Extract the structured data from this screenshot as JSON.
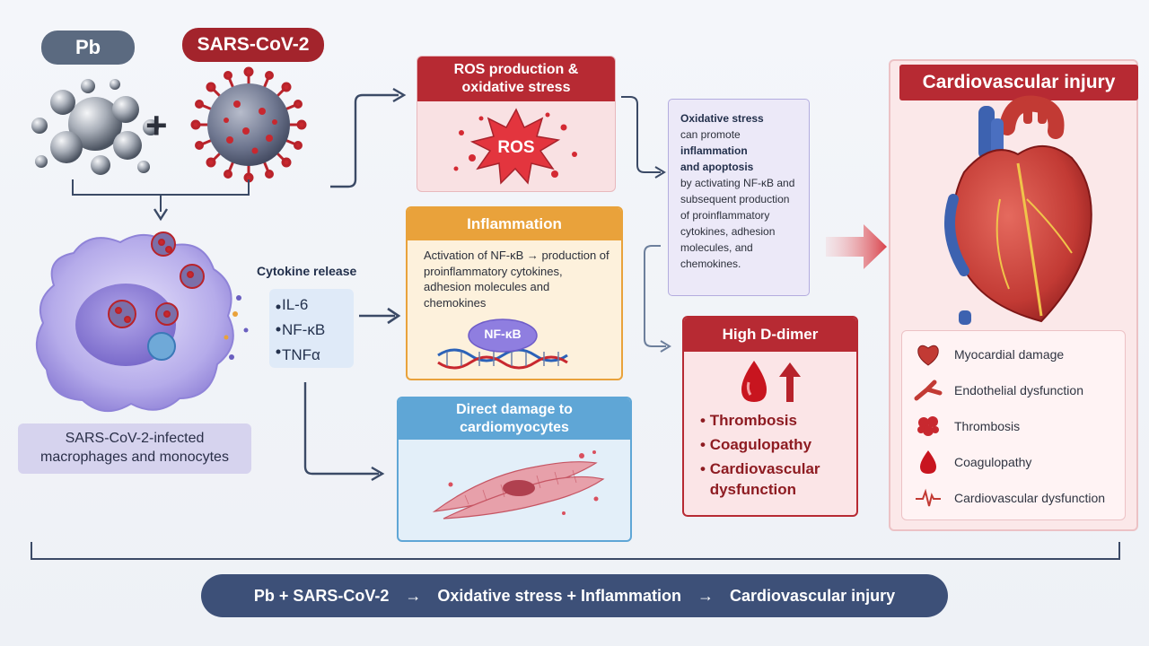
{
  "agents": {
    "pb_label": "Pb",
    "plus": "+",
    "sars_label": "SARS-CoV-2"
  },
  "macrophage": {
    "caption": "SARS-CoV-2-infected macrophages and monocytes"
  },
  "cytokine": {
    "title": "Cytokine release",
    "items": [
      "IL-6",
      "NF-κB",
      "TNFα"
    ]
  },
  "ros": {
    "title": "ROS production & oxidative stress",
    "badge": "ROS"
  },
  "inflammation": {
    "title": "Inflammation",
    "body": "Activation of NF-κB → production of proinflammatory cytokines, adhesion molecules and chemokines",
    "badge": "NF-κB"
  },
  "damage": {
    "title": "Direct damage to cardiomyocytes"
  },
  "oxidative_note": {
    "line1": "Oxidative stress",
    "line2": "can promote",
    "line3": "inflammation",
    "line4": "and apoptosis",
    "line5": "by activating NF-κB and subsequent production of proinflammatory cytokines, adhesion molecules, and chemokines."
  },
  "ddimer": {
    "title": "High D-dimer",
    "items": [
      "Thrombosis",
      "Coagulopathy",
      "Cardiovascular dysfunction"
    ]
  },
  "cardio": {
    "title": "Cardiovascular injury",
    "legend": [
      "Myocardial damage",
      "Endothelial dysfunction",
      "Thrombosis",
      "Coagulopathy",
      "Cardiovascular dysfunction"
    ]
  },
  "summary": {
    "part1": "Pb + SARS-CoV-2",
    "arrow1": "→",
    "part2": "Oxidative stress + Inflammation",
    "arrow2": "→",
    "part3": "Cardiovascular injury"
  },
  "colors": {
    "navy": "#3d5078",
    "crimson": "#a8232c",
    "orange": "#e9a23b",
    "blue": "#5fa6d6",
    "lavender": "#c9c5ea"
  }
}
